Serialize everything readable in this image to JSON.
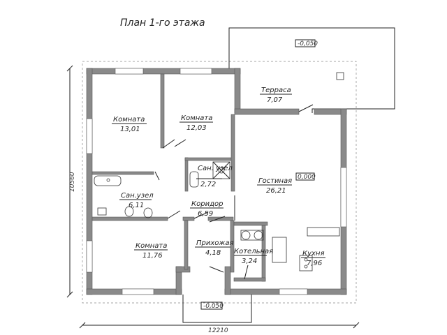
{
  "title": "План 1-го этажа",
  "dimensions": {
    "width": "12210",
    "height": "10560"
  },
  "levels": {
    "terrace": "-0,050",
    "entrance": "-0,050",
    "living": "0,000"
  },
  "rooms": [
    {
      "name": "Комната",
      "area": "13,01"
    },
    {
      "name": "Комната",
      "area": "12,03"
    },
    {
      "name": "Терраса",
      "area": "7,07"
    },
    {
      "name": "Сан. узел",
      "area": "2,72"
    },
    {
      "name": "Сан.узел",
      "area": "6,11"
    },
    {
      "name": "Гостиная",
      "area": "26,21"
    },
    {
      "name": "Коридор",
      "area": "6,59"
    },
    {
      "name": "Комната",
      "area": "11,76"
    },
    {
      "name": "Прихожая",
      "area": "4,18"
    },
    {
      "name": "Котельная",
      "area": "3,24"
    },
    {
      "name": "Кухня",
      "area": "7,96"
    }
  ]
}
